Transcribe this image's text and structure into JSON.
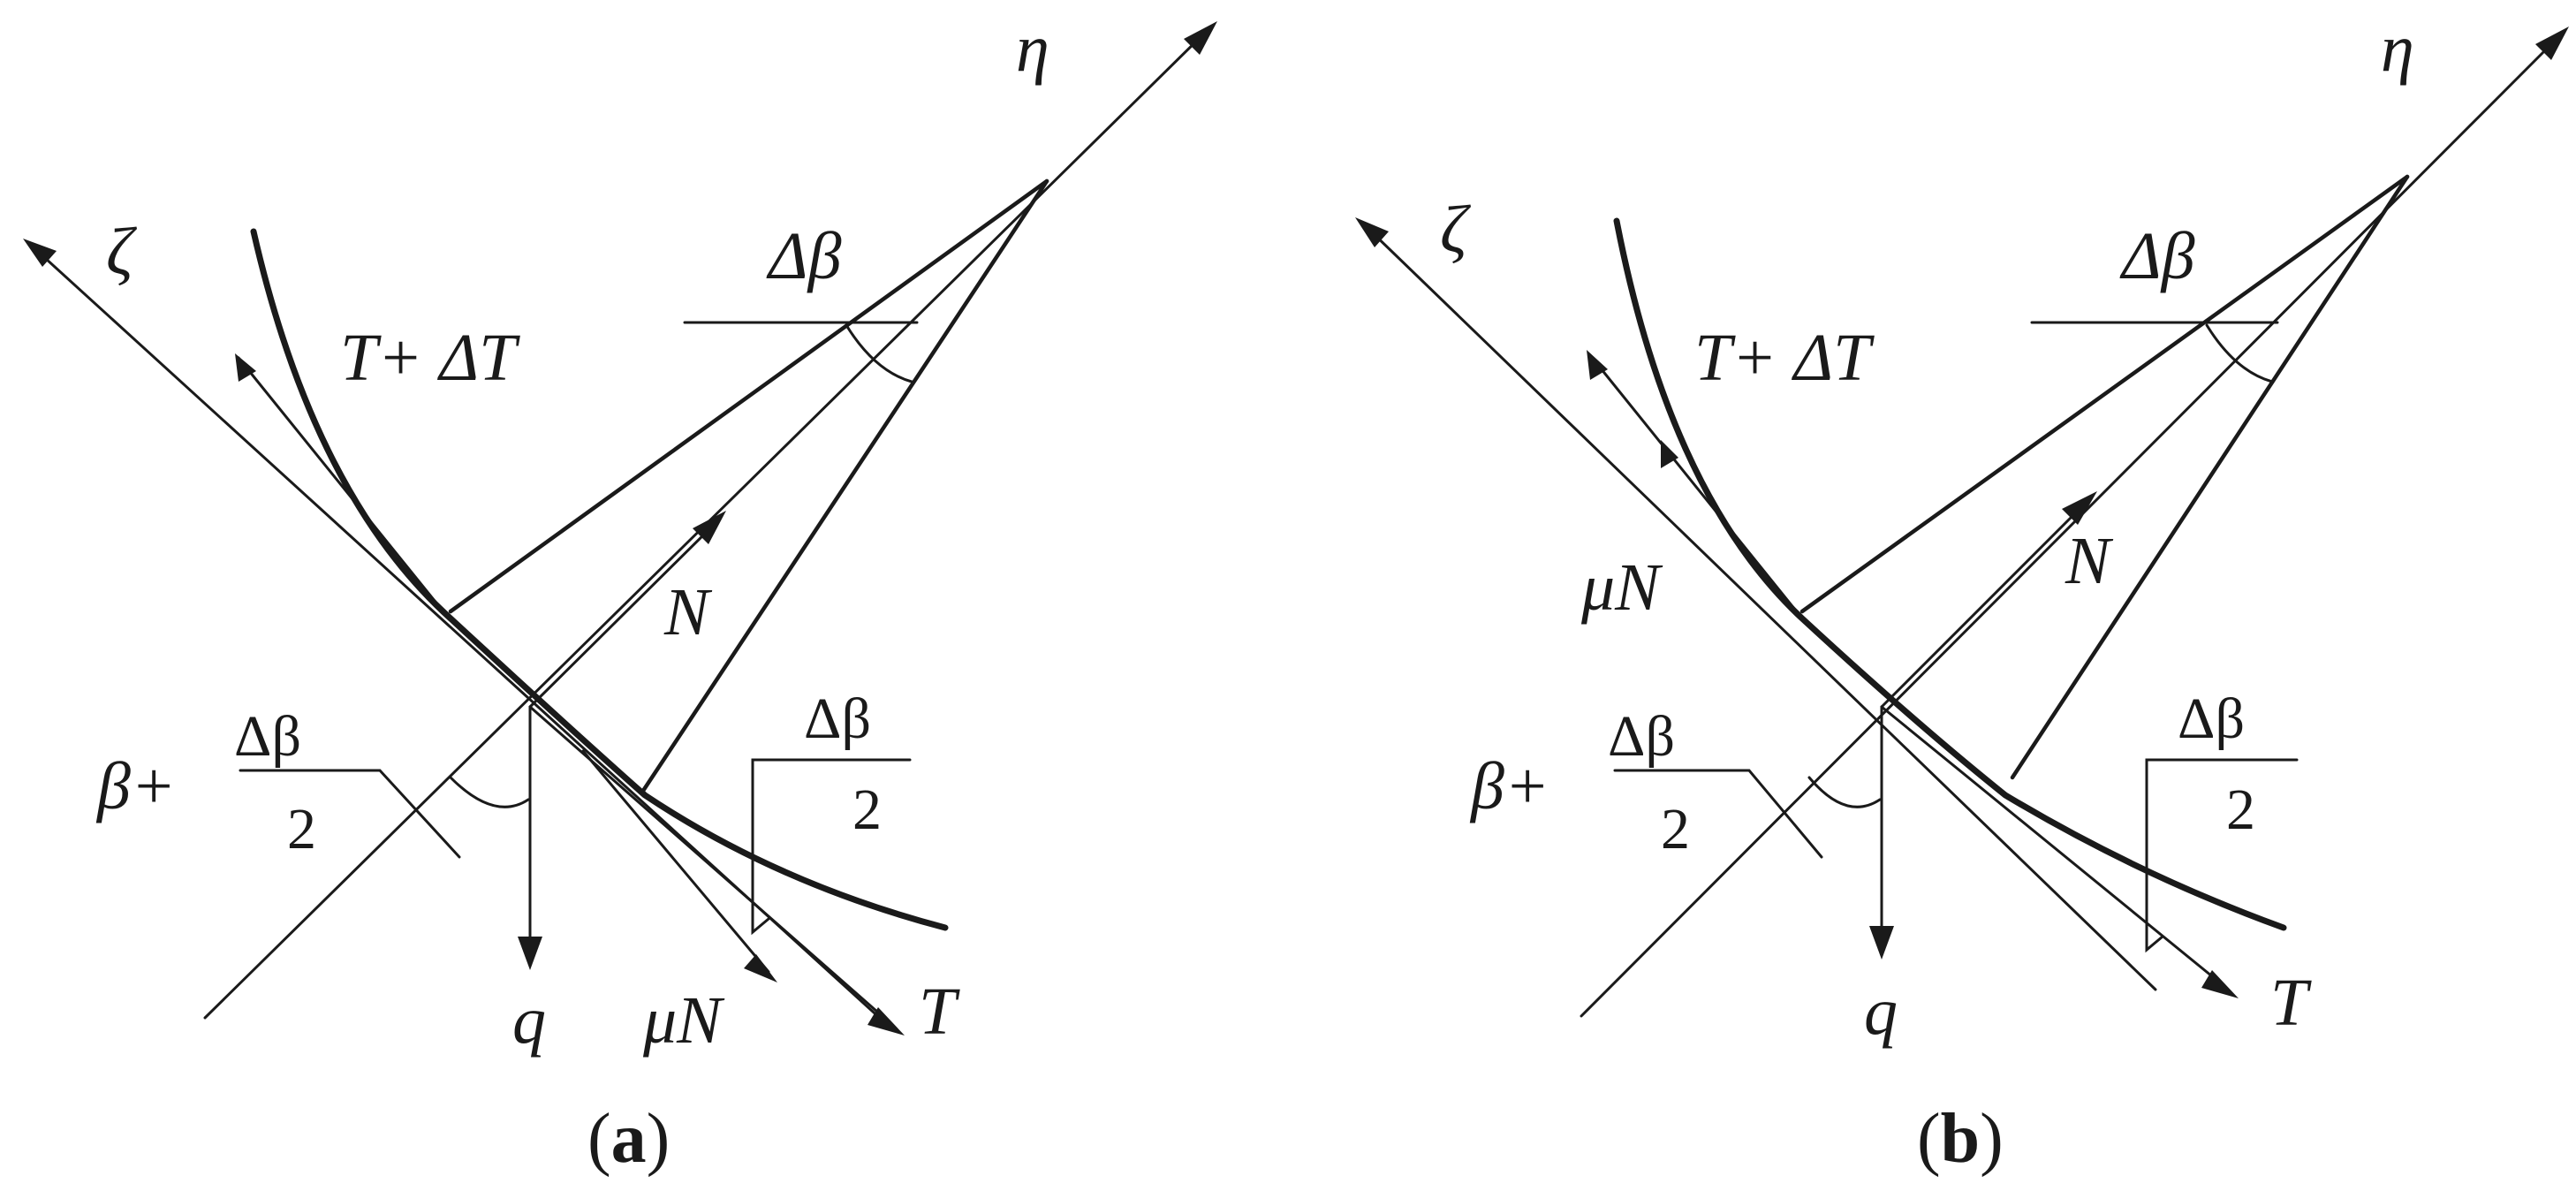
{
  "panels": [
    {
      "id": "a",
      "caption_open": "(",
      "caption_letter": "a",
      "caption_close": ")",
      "labels": {
        "eta": "η",
        "zeta": "ζ",
        "t_plus_dt": "T+  ΔT",
        "delta_beta": "Δβ",
        "N": "N",
        "beta_plus": "β+",
        "half_num_left": "Δβ",
        "half_den_left": "2",
        "half_num_right": "Δβ",
        "half_den_right": "2",
        "q": "q",
        "mu_N": "μN",
        "T": "T"
      }
    },
    {
      "id": "b",
      "caption_open": "(",
      "caption_letter": "b",
      "caption_close": ")",
      "labels": {
        "eta": "η",
        "zeta": "ζ",
        "t_plus_dt": "T+  ΔT",
        "delta_beta": "Δβ",
        "N": "N",
        "mu_N": "μN",
        "beta_plus": "β+",
        "half_num_left": "Δβ",
        "half_den_left": "2",
        "half_num_right": "Δβ",
        "half_den_right": "2",
        "q": "q",
        "T": "T"
      }
    }
  ]
}
